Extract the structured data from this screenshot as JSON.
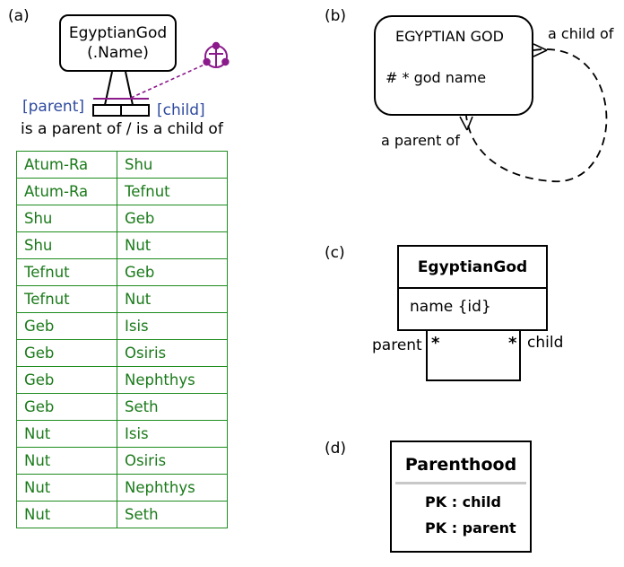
{
  "panels": {
    "a": "(a)",
    "b": "(b)",
    "c": "(c)",
    "d": "(d)"
  },
  "orm": {
    "entity_name": "EgyptianGod",
    "entity_refmode": "(.Name)",
    "role_parent": "[parent]",
    "role_child": "[child]",
    "reading": "is a parent of / is a child of",
    "constraint_color": "#8b1a8b",
    "role_color": "#2e4a9e"
  },
  "population": {
    "color": "#1a7a1a",
    "rows": [
      [
        "Atum-Ra",
        "Shu"
      ],
      [
        "Atum-Ra",
        "Tefnut"
      ],
      [
        "Shu",
        "Geb"
      ],
      [
        "Shu",
        "Nut"
      ],
      [
        "Tefnut",
        "Geb"
      ],
      [
        "Tefnut",
        "Nut"
      ],
      [
        "Geb",
        "Isis"
      ],
      [
        "Geb",
        "Osiris"
      ],
      [
        "Geb",
        "Nephthys"
      ],
      [
        "Geb",
        "Seth"
      ],
      [
        "Nut",
        "Isis"
      ],
      [
        "Nut",
        "Osiris"
      ],
      [
        "Nut",
        "Nephthys"
      ],
      [
        "Nut",
        "Seth"
      ]
    ]
  },
  "er": {
    "entity_title": "EGYPTIAN GOD",
    "attribute": "# *  god name",
    "label_child": "a child of",
    "label_parent": "a parent of"
  },
  "uml": {
    "class_name": "EgyptianGod",
    "attribute": "name {id}",
    "end_parent": "parent",
    "end_child": "child",
    "mult_parent": "*",
    "mult_child": "*"
  },
  "relational": {
    "table_name": "Parenthood",
    "rows": [
      "PK : child",
      "PK : parent"
    ]
  }
}
